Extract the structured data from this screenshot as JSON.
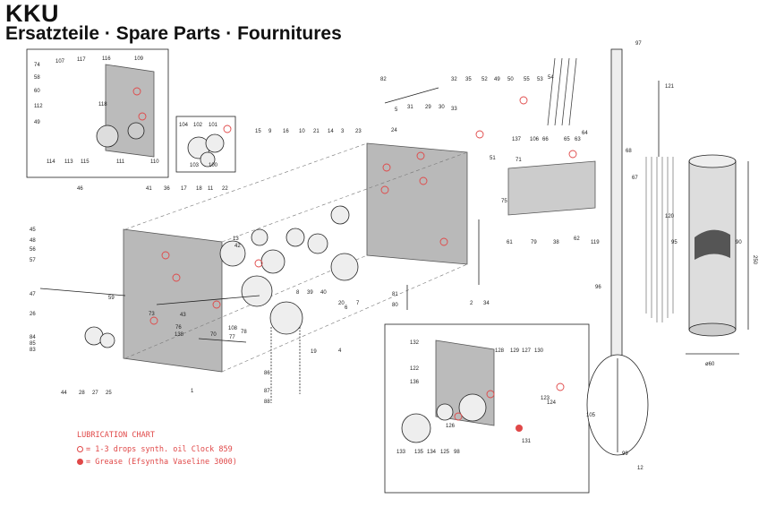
{
  "header": {
    "title": "KKU",
    "subtitle": "Ersatzteile · Spare Parts · Fournitures"
  },
  "legend": {
    "heading": "LUBRICATION CHART",
    "oil_text": "= 1-3 drops synth. oil Clock 859",
    "grease_text": "= Grease (Efsyntha Vaseline 3000)"
  },
  "dimensions": {
    "width": "ø60",
    "height": "250"
  },
  "part_labels": [
    "74",
    "107",
    "117",
    "116",
    "109",
    "58",
    "60",
    "118",
    "112",
    "49",
    "110",
    "115",
    "114",
    "113",
    "111",
    "104",
    "102",
    "101",
    "103",
    "100",
    "82",
    "5",
    "31",
    "29",
    "30",
    "32",
    "35",
    "52",
    "49",
    "50",
    "55",
    "53",
    "54",
    "97",
    "121",
    "33",
    "24",
    "106",
    "137",
    "66",
    "65",
    "63",
    "64",
    "68",
    "67",
    "51",
    "71",
    "75",
    "62",
    "119",
    "61",
    "79",
    "38",
    "120",
    "95",
    "90",
    "46",
    "41",
    "36",
    "17",
    "18",
    "11",
    "22",
    "15",
    "9",
    "16",
    "10",
    "21",
    "14",
    "3",
    "23",
    "45",
    "48",
    "56",
    "57",
    "47",
    "26",
    "84",
    "85",
    "83",
    "44",
    "28",
    "27",
    "25",
    "73",
    "76",
    "108",
    "138",
    "70",
    "77",
    "78",
    "1",
    "86",
    "87",
    "88",
    "19",
    "4",
    "6",
    "8",
    "39",
    "40",
    "20",
    "7",
    "2",
    "34",
    "81",
    "80",
    "96",
    "132",
    "122",
    "136",
    "128",
    "129",
    "127",
    "130",
    "123",
    "124",
    "126",
    "131",
    "133",
    "135",
    "134",
    "125",
    "98",
    "105",
    "99",
    "12",
    "13",
    "42",
    "43",
    "59"
  ]
}
